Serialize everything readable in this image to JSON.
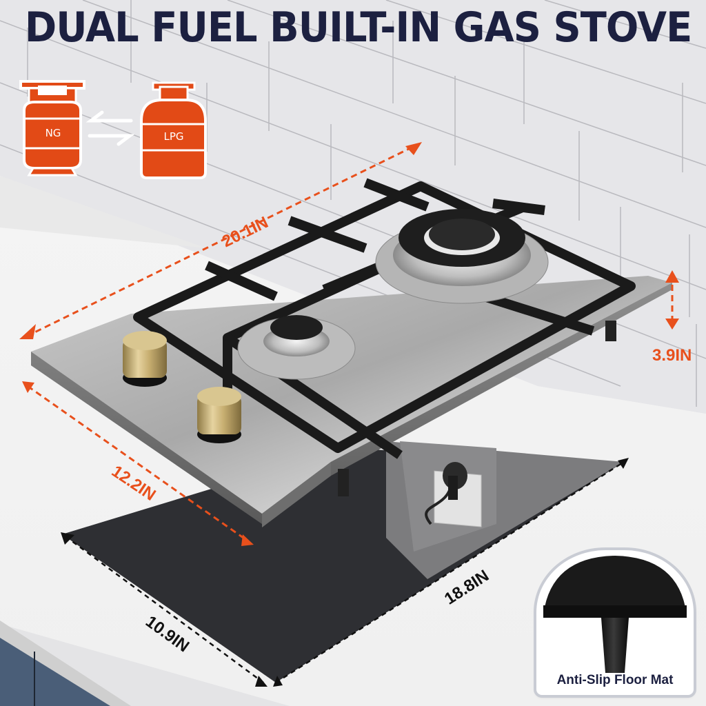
{
  "title": "DUAL FUEL BUILT-IN GAS STOVE",
  "fuel_conversion": {
    "icon": "gas-cylinder-icon",
    "swap_icon": "swap-arrows-icon",
    "from": "NG",
    "to": "LPG",
    "color": "#e24a16"
  },
  "dimensions": {
    "length": "20.1IN",
    "width": "12.2IN",
    "height": "3.9IN",
    "cutout_length": "18.8IN",
    "cutout_width": "10.9IN",
    "dimension_color": "#e8501c",
    "cutout_color": "#111111"
  },
  "product": {
    "burners": 2,
    "knobs": 2,
    "knob_color": "#c9b27a",
    "surface": "stainless-steel",
    "grate_color": "#1a1a1a"
  },
  "inset": {
    "label": "Anti-Slip Floor Mat",
    "icon": "rubber-foot-icon"
  },
  "colors": {
    "title": "#1c2040",
    "accent": "#e8501c"
  }
}
